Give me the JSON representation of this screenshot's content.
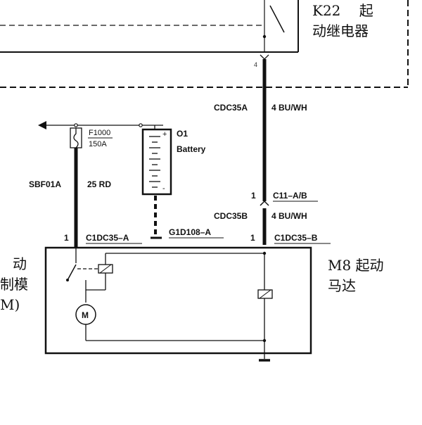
{
  "relay": {
    "label_line1": "K22　 起",
    "label_line2": "动继电器",
    "pin": "4"
  },
  "wires": {
    "top": {
      "circuit": "CDC35A",
      "color": "4 BU/WH"
    },
    "bottom": {
      "circuit": "CDC35B",
      "color": "4 BU/WH"
    },
    "feed": {
      "circuit": "SBF01A",
      "color": "25 RD"
    }
  },
  "fuse": {
    "name": "F1000",
    "rating": "150A"
  },
  "battery": {
    "name": "O1",
    "label": "Battery"
  },
  "connectors": {
    "inline": {
      "pin": "1",
      "name": "C11–A/B"
    },
    "starter_b": {
      "pin": "1",
      "name": "C1DC35–B"
    },
    "starter_a": {
      "pin": "1",
      "name": "C1DC35–A"
    },
    "ground": {
      "name": "G1D108–A"
    }
  },
  "starter": {
    "label_line1": "M8  起动",
    "label_line2": "马达",
    "motor_symbol": "M"
  },
  "left_module": {
    "line1": "动",
    "line2": "制模",
    "line3": "M)"
  }
}
